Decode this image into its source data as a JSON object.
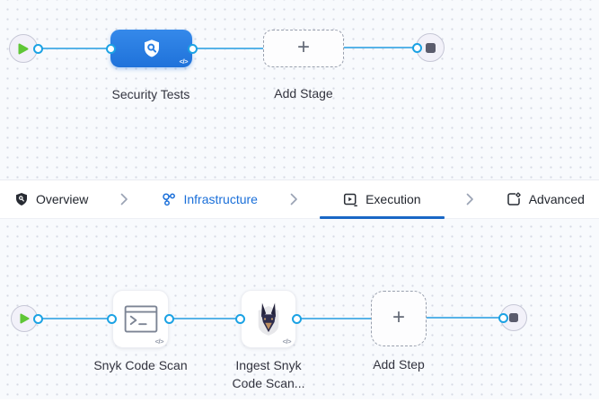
{
  "colors": {
    "connector_line": "#57b3e8",
    "connector_port": "#1ba2e4",
    "stage_node_blue_top": "#3589ea",
    "stage_node_blue_bottom": "#1f72da",
    "tab_active_underline": "#1967c6",
    "tab_highlight_text": "#1a6fd9",
    "play_green": "#5fc636",
    "stop_gray": "#5b5c6d"
  },
  "stage_graph": {
    "stage": {
      "label": "Security Tests",
      "code_glyph": "</>"
    },
    "add_stage": {
      "label": "Add Stage",
      "plus": "+"
    }
  },
  "tab_bar": {
    "tabs": [
      {
        "label": "Overview"
      },
      {
        "label": "Infrastructure"
      },
      {
        "label": "Execution"
      },
      {
        "label": "Advanced"
      }
    ],
    "active_tab": "Execution"
  },
  "step_graph": {
    "steps": [
      {
        "label": "Snyk Code Scan",
        "code_glyph": "</>"
      },
      {
        "label": "Ingest Snyk Code Scan...",
        "code_glyph": "</>"
      }
    ],
    "add_step": {
      "label": "Add Step",
      "plus": "+"
    }
  }
}
